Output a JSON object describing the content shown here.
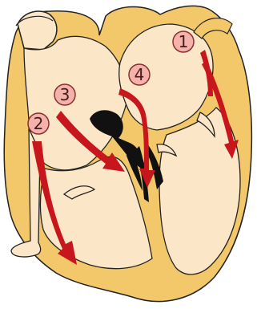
{
  "colors": {
    "wall": "#f2c86a",
    "chamber": "#fbe7c7",
    "outline": "#222222",
    "arrow": "#c8161d",
    "marker_fill": "#f3b2ab",
    "marker_stroke": "#8b2e2e",
    "valve": "#111111",
    "background": "#ffffff"
  },
  "markers": [
    {
      "label": "1"
    },
    {
      "label": "2"
    },
    {
      "label": "3"
    },
    {
      "label": "4"
    }
  ]
}
